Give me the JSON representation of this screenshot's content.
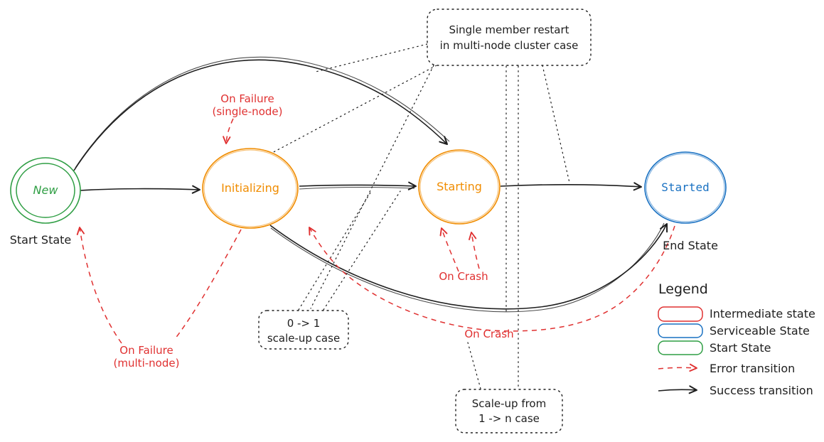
{
  "colors": {
    "ink": "#1e1e1e",
    "green": "#2f9e44",
    "orange": "#f08c00",
    "blue": "#1971c2",
    "red": "#e03131"
  },
  "states": {
    "new": {
      "label": "New",
      "color": "#2f9e44"
    },
    "initializing": {
      "label": "Initializing",
      "color": "#f08c00"
    },
    "starting": {
      "label": "Starting",
      "color": "#f08c00"
    },
    "started": {
      "label": "Started",
      "color": "#1971c2"
    }
  },
  "captions": {
    "start_state": "Start State",
    "end_state": "End State"
  },
  "error_labels": {
    "failure_single": {
      "line1": "On Failure",
      "line2": "(single-node)"
    },
    "failure_multi": {
      "line1": "On Failure",
      "line2": "(multi-node)"
    },
    "crash_starting": "On Crash",
    "crash_started": "On Crash"
  },
  "notes": {
    "single_member_restart": {
      "line1": "Single member restart",
      "line2": "in multi-node cluster case"
    },
    "scale_up_0_1": {
      "line1": "0 -> 1",
      "line2": "scale-up case"
    },
    "scale_up_1_n": {
      "line1": "Scale-up from",
      "line2": "1 -> n case"
    }
  },
  "legend": {
    "title": "Legend",
    "items": [
      {
        "label": "Intermediate state",
        "color": "#e03131",
        "kind": "box"
      },
      {
        "label": "Serviceable State",
        "color": "#1971c2",
        "kind": "box"
      },
      {
        "label": "Start State",
        "color": "#2f9e44",
        "kind": "box"
      },
      {
        "label": "Error transition",
        "color": "#e03131",
        "kind": "dashed-arrow"
      },
      {
        "label": "Success transition",
        "color": "#1e1e1e",
        "kind": "solid-arrow"
      }
    ]
  }
}
